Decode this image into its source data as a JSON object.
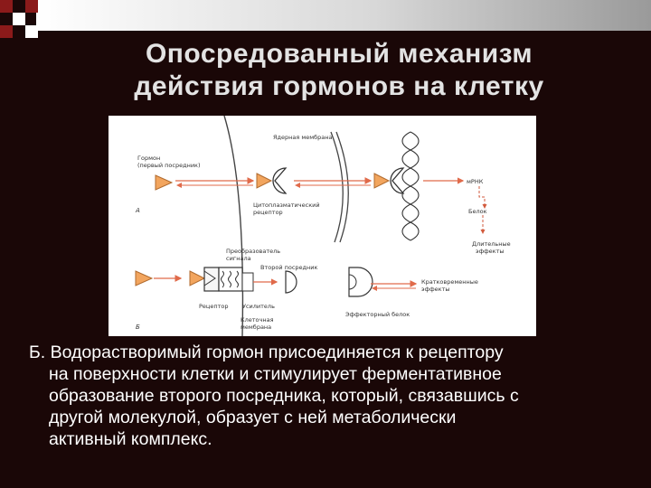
{
  "slide": {
    "title_line1": "Опосредованный механизм",
    "title_line2": "действия гормонов на клетку"
  },
  "figure": {
    "labels": {
      "nuclear_membrane": "Ядерная мембрана",
      "hormone_line1": "Гормон",
      "hormone_line2": "(первый посредник)",
      "mrna": "мРНК",
      "cyto_receptor_line1": "Цитоплазматический",
      "cyto_receptor_line2": "рецептор",
      "panel_a": "А",
      "protein": "Белок",
      "long_effects_line1": "Длительные",
      "long_effects_line2": "эффекты",
      "transducer_line1": "Преобразователь",
      "transducer_line2": "сигнала",
      "second_messenger": "Второй посредник",
      "short_effects_line1": "Кратковременные",
      "short_effects_line2": "эффекты",
      "receptor": "Рецептор",
      "amplifier": "Усилитель",
      "cell_membrane_line1": "Клеточная",
      "cell_membrane_line2": "мембрана",
      "effector_protein": "Эффекторный белок",
      "panel_b": "Б"
    }
  },
  "caption": {
    "line1": "Б. Водорастворимый гормон присоединяется к рецептору",
    "line2": "на поверхности клетки и стимулирует  ферментативное",
    "line3": "образование второго посредника, который, связавшись с",
    "line4": "другой молекулой, образует с ней метаболически",
    "line5": "активный комплекс."
  },
  "colors": {
    "background": "#1a0707",
    "accent_square": "#8b1a1a",
    "hormone_fill": "#f2a55e",
    "arrow": "#e06a4a",
    "title_text": "#e3e3e3"
  }
}
